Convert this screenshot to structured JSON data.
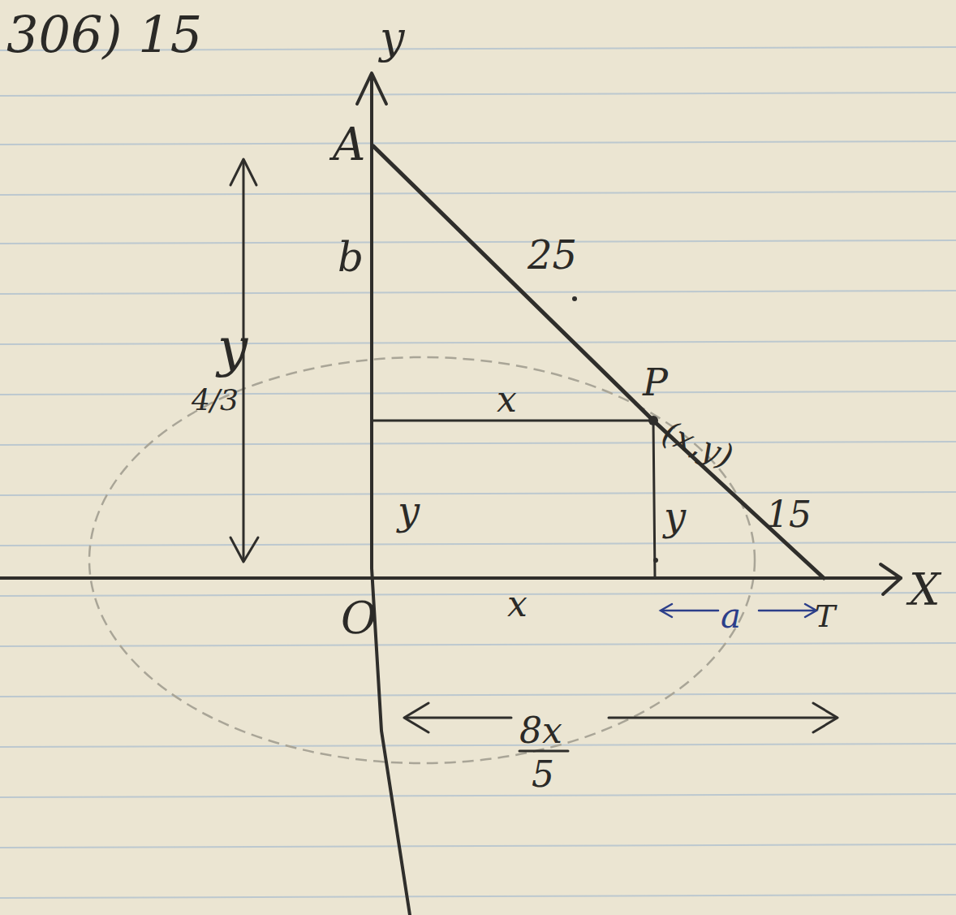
{
  "diagram": {
    "title": "306) 15",
    "labels": [
      "y",
      "A",
      "b",
      "25",
      "4/3",
      "y",
      "P",
      "(x,y)",
      "x",
      "y",
      "y",
      "15",
      "O",
      "x",
      "a",
      "T",
      "X",
      "8x",
      "5"
    ]
  }
}
